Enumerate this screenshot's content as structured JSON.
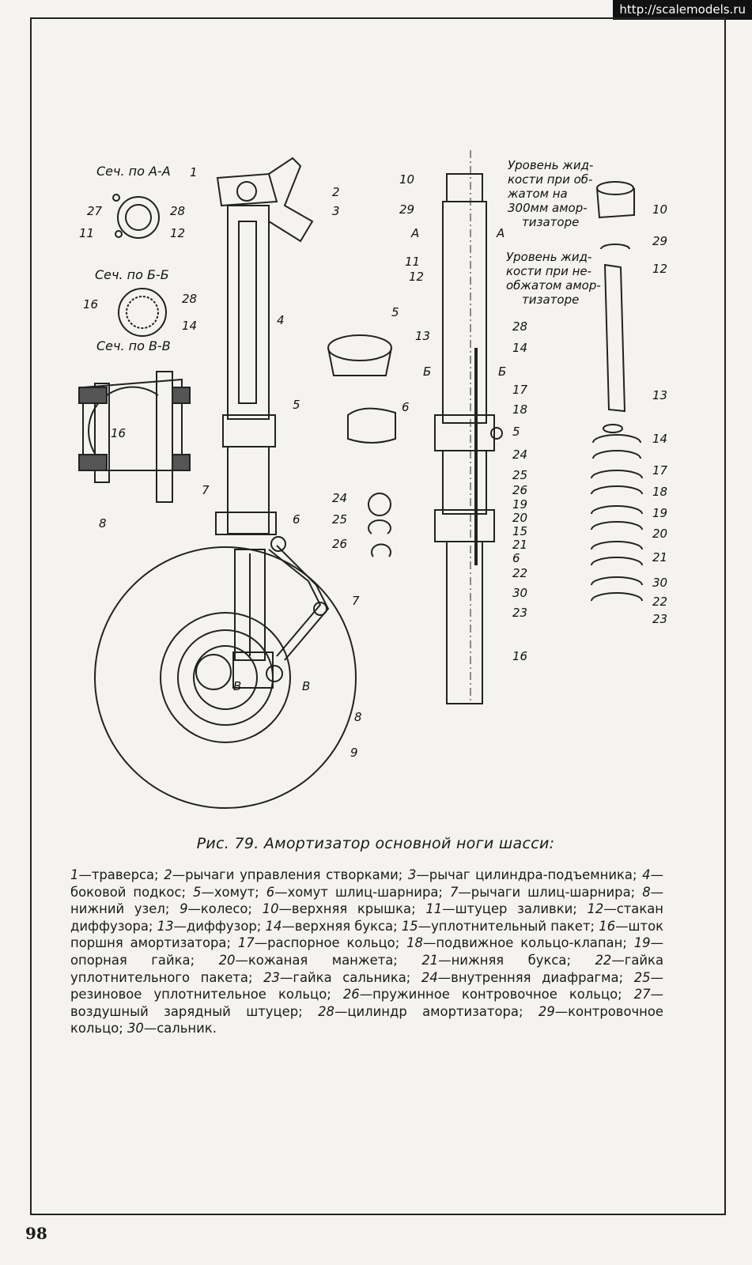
{
  "watermark": "http://scalemodels.ru",
  "figure": {
    "section_labels": {
      "aa": "Сеч. по А-А",
      "bb": "Сеч. по Б-Б",
      "vv": "Сеч. по В-В"
    },
    "notes": {
      "compressed": [
        "Уровень жид-",
        "кости при об-",
        "жатом на",
        "300мм амор-",
        "тизаторе"
      ],
      "uncompressed": [
        "Уровень жид-",
        "кости при не-",
        "обжатом амор-",
        "тизаторе"
      ]
    },
    "section_marks": {
      "a": "А",
      "b": "Б",
      "v": "В"
    }
  },
  "caption": "Рис. 79. Амортизатор основной ноги шасси:",
  "legend": [
    {
      "n": "1",
      "t": "траверса"
    },
    {
      "n": "2",
      "t": "рычаги управления створками"
    },
    {
      "n": "3",
      "t": "рычаг цилиндра-подъемника"
    },
    {
      "n": "4",
      "t": "боковой подкос"
    },
    {
      "n": "5",
      "t": "хомут"
    },
    {
      "n": "6",
      "t": "хомут шлиц-шарнира"
    },
    {
      "n": "7",
      "t": "рычаги шлиц-шарнира"
    },
    {
      "n": "8",
      "t": "нижний узел"
    },
    {
      "n": "9",
      "t": "колесо"
    },
    {
      "n": "10",
      "t": "верхняя крышка"
    },
    {
      "n": "11",
      "t": "штуцер заливки"
    },
    {
      "n": "12",
      "t": "стакан диффузора"
    },
    {
      "n": "13",
      "t": "диффузор"
    },
    {
      "n": "14",
      "t": "верхняя букса"
    },
    {
      "n": "15",
      "t": "уплотнительный пакет"
    },
    {
      "n": "16",
      "t": "шток поршня амортизатора"
    },
    {
      "n": "17",
      "t": "распорное кольцо"
    },
    {
      "n": "18",
      "t": "подвижное кольцо-клапан"
    },
    {
      "n": "19",
      "t": "опорная гайка"
    },
    {
      "n": "20",
      "t": "кожаная манжета"
    },
    {
      "n": "21",
      "t": "нижняя букса"
    },
    {
      "n": "22",
      "t": "гайка уплотнительного пакета"
    },
    {
      "n": "23",
      "t": "гайка сальника"
    },
    {
      "n": "24",
      "t": "внутренняя диафрагма"
    },
    {
      "n": "25",
      "t": "резиновое уплотнительное кольцо"
    },
    {
      "n": "26",
      "t": "пружинное контровочное кольцо"
    },
    {
      "n": "27",
      "t": "воздушный зарядный штуцер"
    },
    {
      "n": "28",
      "t": "цилиндр амортизатора"
    },
    {
      "n": "29",
      "t": "контровочное кольцо"
    },
    {
      "n": "30",
      "t": "сальник"
    }
  ],
  "page_number": "98"
}
